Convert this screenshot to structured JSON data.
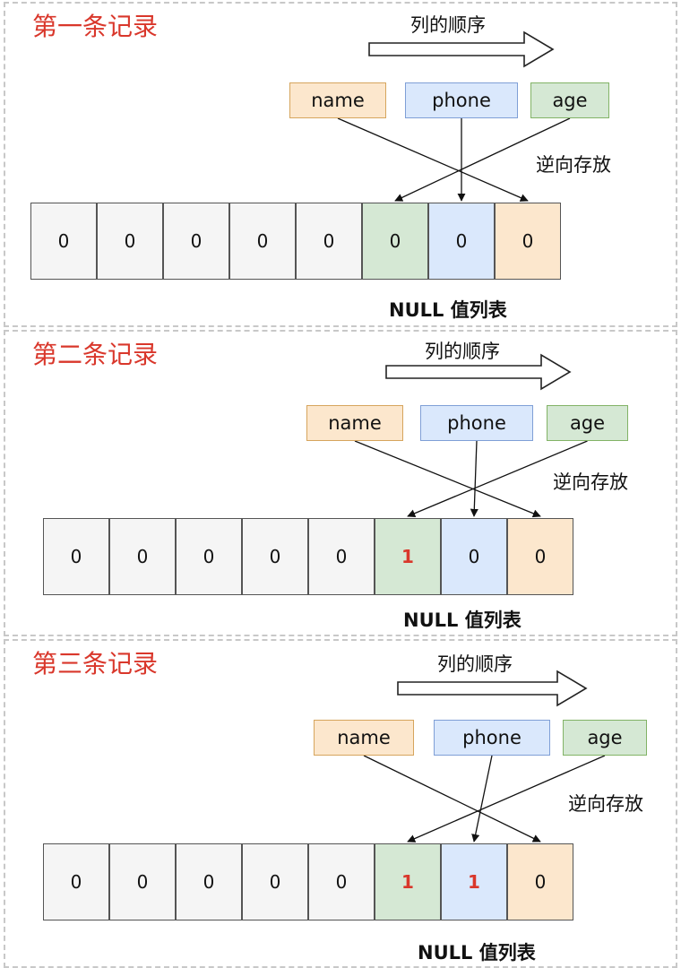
{
  "panels": [
    {
      "title": "第一条记录",
      "order_label": "列的顺序",
      "hint": "逆向存放",
      "columns": [
        "name",
        "phone",
        "age"
      ],
      "cells": [
        "0",
        "0",
        "0",
        "0",
        "0",
        "0",
        "0",
        "0"
      ],
      "caption": "NULL 值列表"
    },
    {
      "title": "第二条记录",
      "order_label": "列的顺序",
      "hint": "逆向存放",
      "columns": [
        "name",
        "phone",
        "age"
      ],
      "cells": [
        "0",
        "0",
        "0",
        "0",
        "0",
        "1",
        "0",
        "0"
      ],
      "caption": "NULL 值列表"
    },
    {
      "title": "第三条记录",
      "order_label": "列的顺序",
      "hint": "逆向存放",
      "columns": [
        "name",
        "phone",
        "age"
      ],
      "cells": [
        "0",
        "0",
        "0",
        "0",
        "0",
        "1",
        "1",
        "0"
      ],
      "caption": "NULL 值列表"
    }
  ],
  "colors": {
    "title": "#d9372b",
    "name_fill": "#fce7cd",
    "name_border": "#d6a55d",
    "phone_fill": "#dae8fc",
    "phone_border": "#7f9fd6",
    "age_fill": "#d5e8d4",
    "age_border": "#82b366",
    "empty_fill": "#f5f5f5",
    "set_bit": "#d9372b"
  }
}
